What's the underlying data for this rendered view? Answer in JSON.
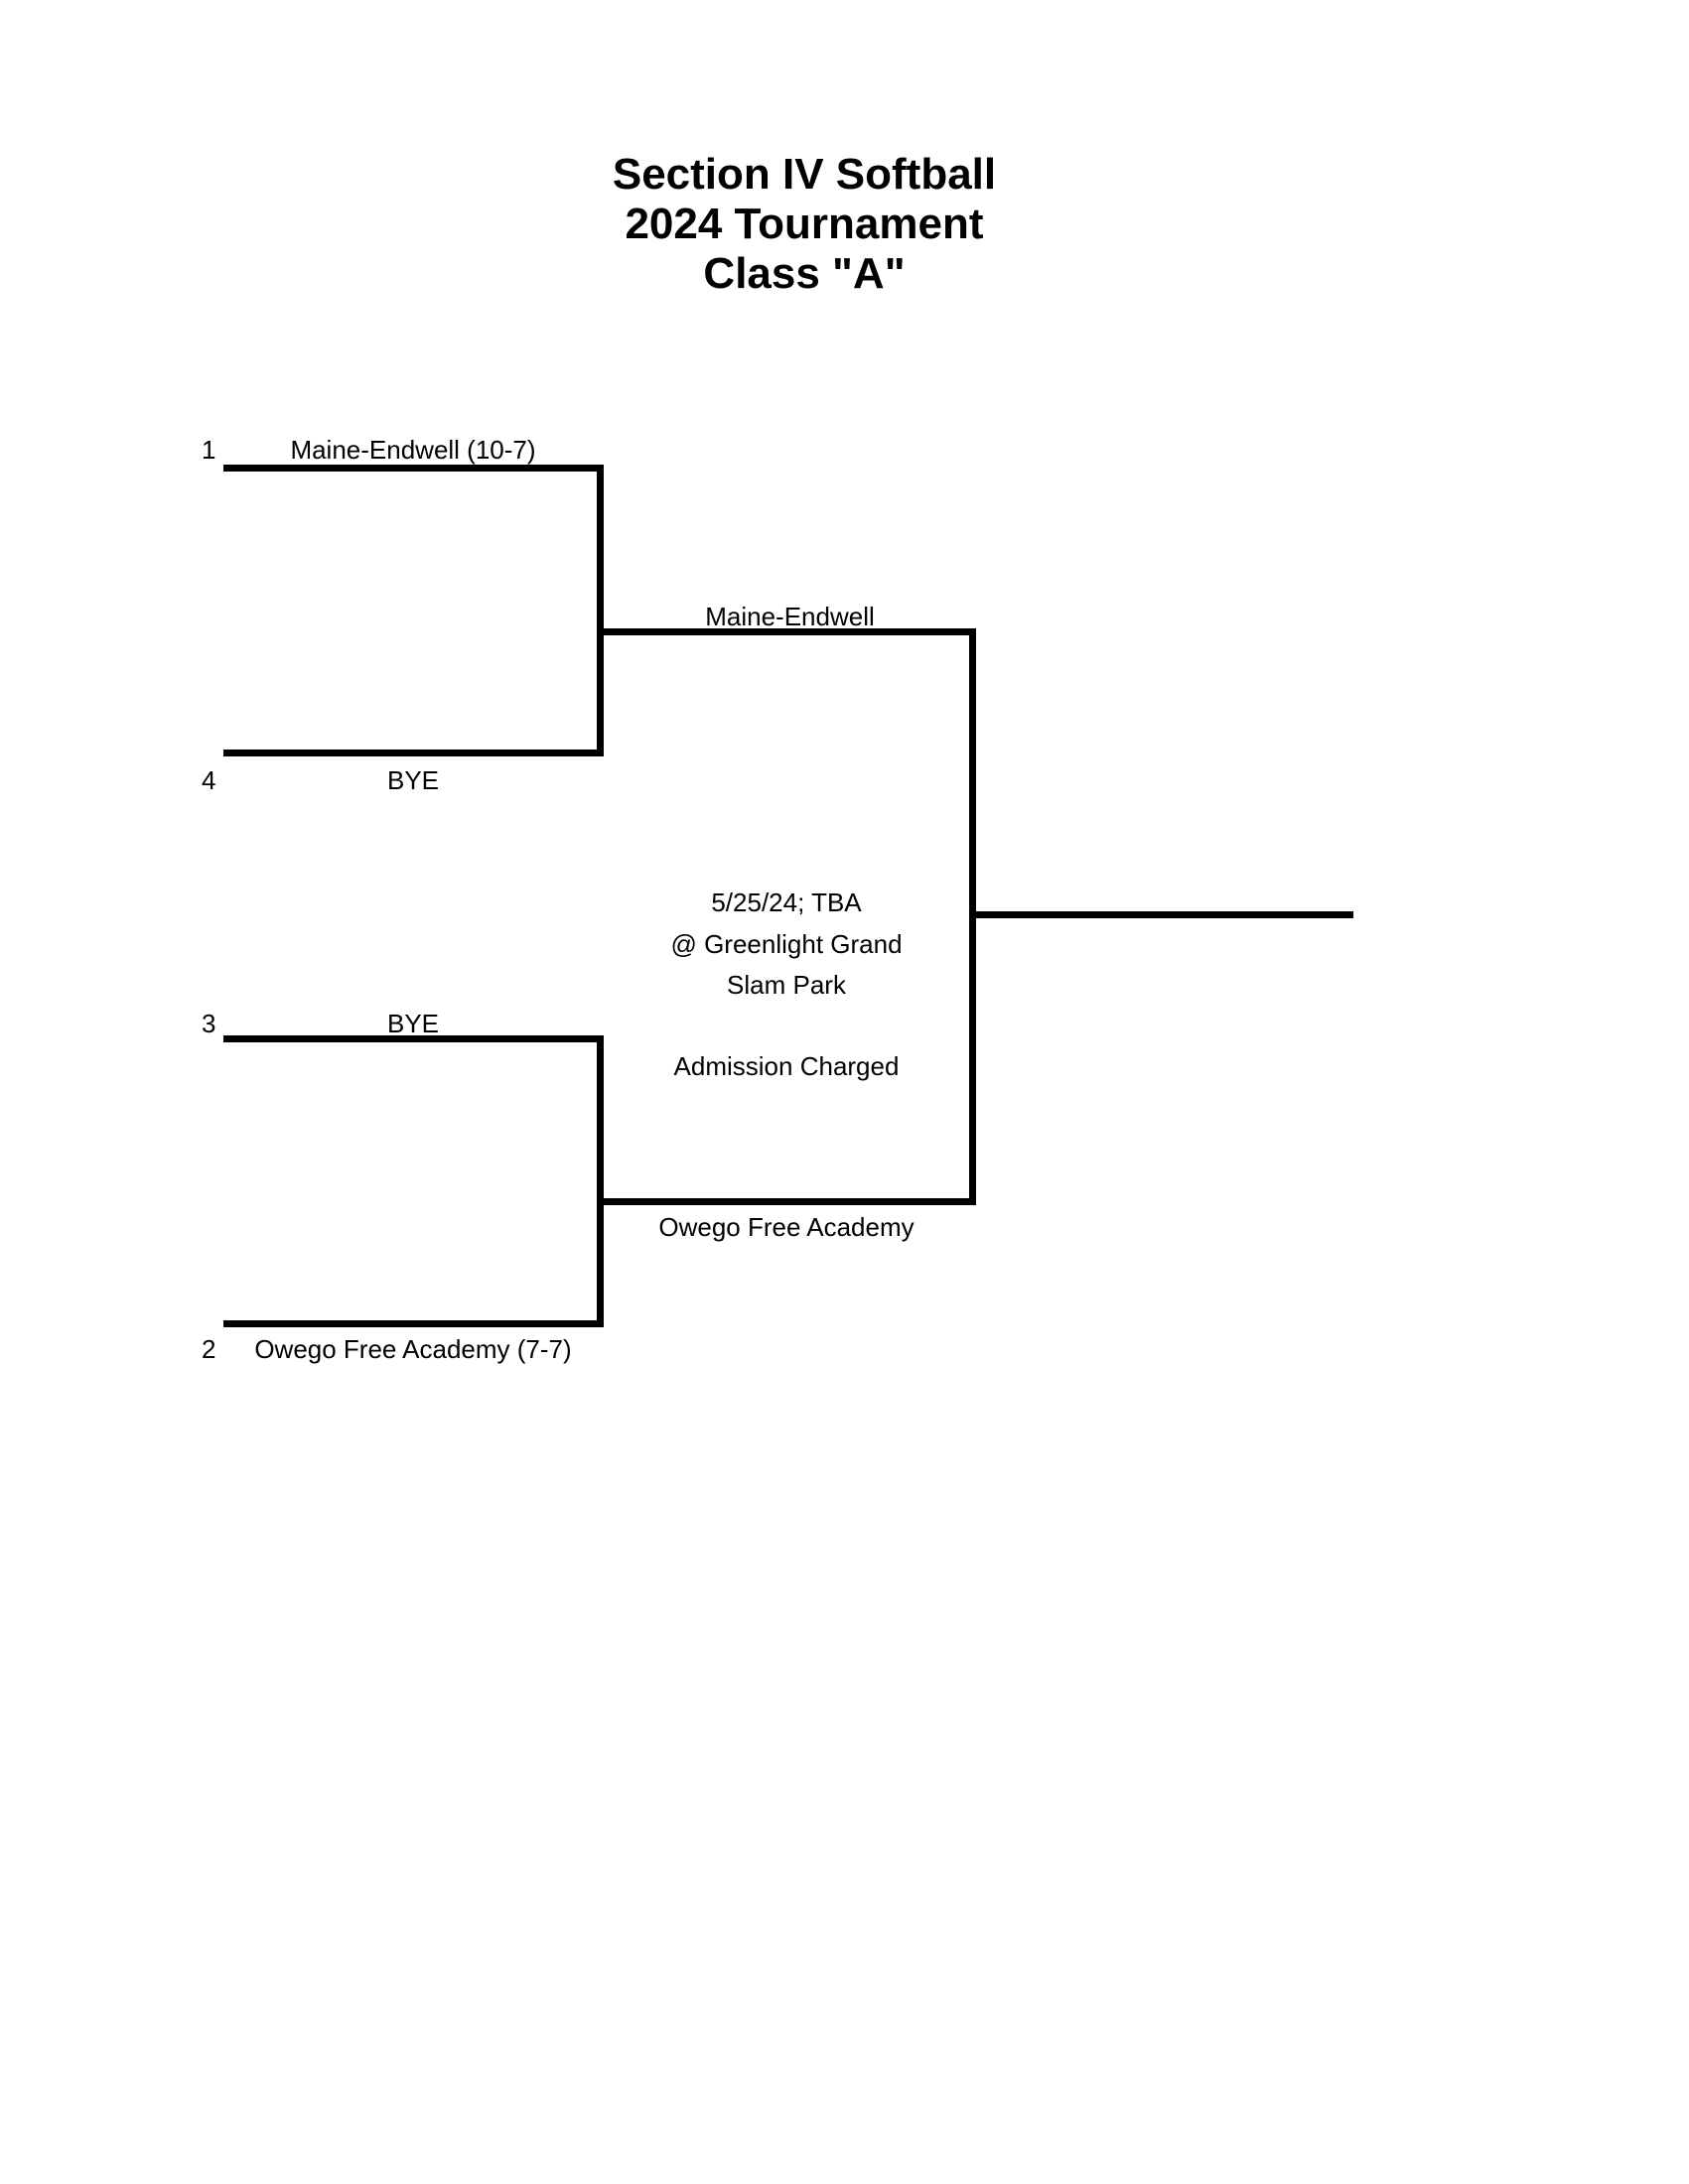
{
  "title": {
    "line1": "Section IV Softball",
    "line2": "2024 Tournament",
    "line3": "Class \"A\""
  },
  "bracket": {
    "round1": {
      "seed1": {
        "seed": "1",
        "team": "Maine-Endwell (10-7)"
      },
      "seed4": {
        "seed": "4",
        "team": "BYE"
      },
      "seed3": {
        "seed": "3",
        "team": "BYE"
      },
      "seed2": {
        "seed": "2",
        "team": "Owego Free Academy (7-7)"
      }
    },
    "semifinals": {
      "top_winner": "Maine-Endwell",
      "bottom_winner": "Owego Free Academy"
    },
    "final": {
      "datetime": "5/25/24; TBA",
      "venue_line1": "@ Greenlight Grand",
      "venue_line2": "Slam Park",
      "note": "Admission Charged"
    }
  },
  "colors": {
    "background": "#ffffff",
    "line": "#000000",
    "text": "#000000"
  }
}
